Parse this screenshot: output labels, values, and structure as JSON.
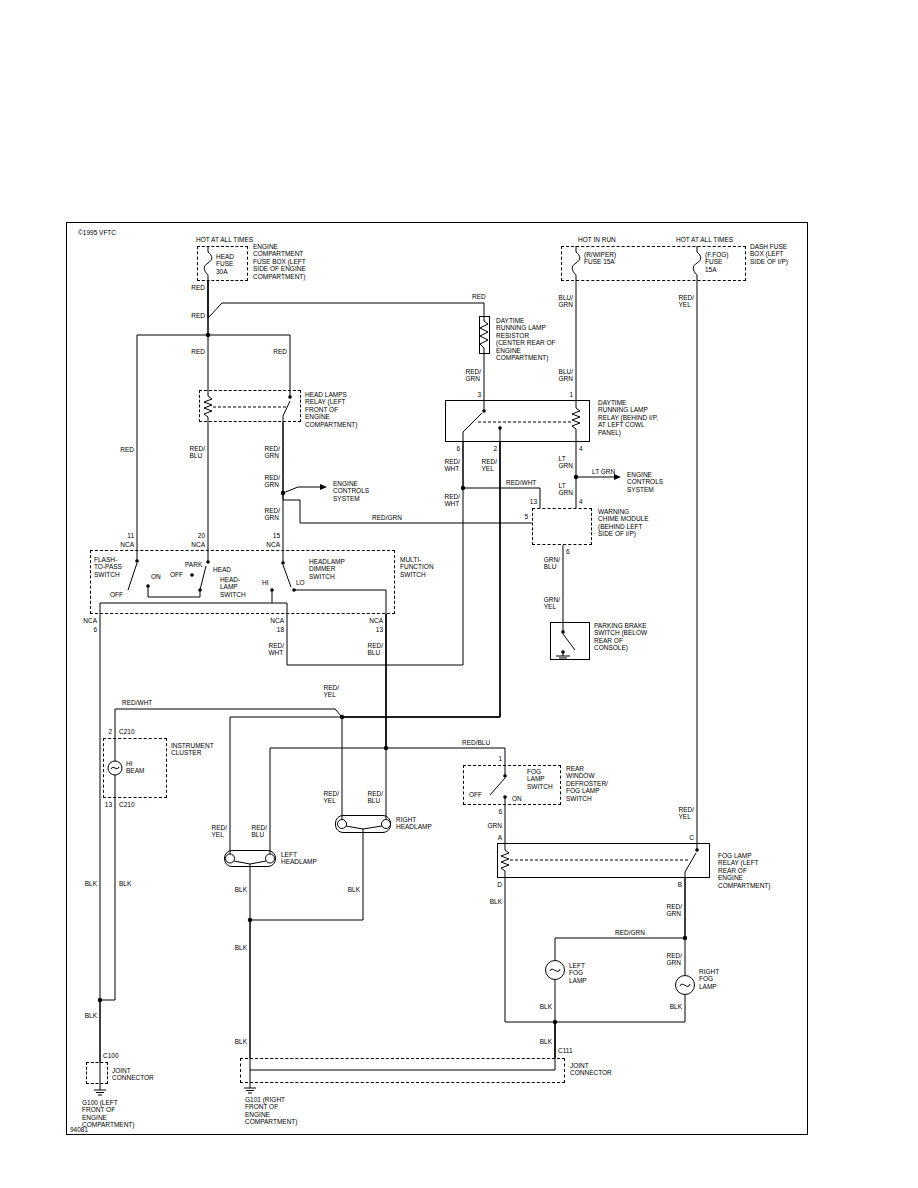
{
  "diagram": {
    "nodes": [
      {
        "text": [
          "HOT AT ALL TIMES",
          "HEAD FUSE 30A",
          "ENGINE COMPARTMENT FUSE BOX (LEFT SIDE OF ENGINE COMPARTMENT)"
        ]
      },
      {
        "text": [
          "HOT IN RUN",
          "HOT AT ALL TIMES",
          "(R/WIPER) FUSE 15A",
          "(F.FOG) FUSE 15A",
          "DASH FUSE BOX (LEFT SIDE OF I/P)"
        ]
      },
      {
        "text": [
          "HEAD LAMPS RELAY (LEFT FRONT OF ENGINE COMPARTMENT)"
        ]
      },
      {
        "text": [
          "DAYTIME RUNNING LAMP RESISTOR (CENTER REAR OF ENGINE COMPARTMENT)"
        ]
      },
      {
        "text": [
          "DAYTIME RUNNING LAMP RELAY (BEHIND I/P, AT LEFT COWL PANEL)"
        ]
      },
      {
        "text": [
          "WARNING CHIME MODULE (BEHIND LEFT SIDE OF I/P)"
        ]
      },
      {
        "text": [
          "FLASH-TO-PASS SWITCH",
          "HEAD-LAMP SWITCH",
          "HEADLAMP DIMMER SWITCH",
          "MULTI-FUNCTION SWITCH"
        ]
      },
      {
        "text": [
          "PARKING BRAKE SWITCH (BELOW REAR OF CONSOLE)"
        ]
      },
      {
        "text": [
          "HI BEAM",
          "INSTRUMENT CLUSTER"
        ]
      },
      {
        "text": [
          "RIGHT HEADLAMP"
        ]
      },
      {
        "text": [
          "LEFT HEADLAMP"
        ]
      },
      {
        "text": [
          "FOG LAMP SWITCH",
          "REAR WINDOW DEFROSTER/ FOG LAMP SWITCH"
        ]
      },
      {
        "text": [
          "FOG LAMP RELAY (LEFT REAR OF ENGINE COMPARTMENT)"
        ]
      },
      {
        "text": [
          "LEFT FOG LAMP"
        ]
      },
      {
        "text": [
          "RIGHT FOG LAMP"
        ]
      },
      {
        "text": [
          "C100",
          "JOINT CONNECTOR"
        ]
      },
      {
        "text": [
          "C111",
          "JOINT CONNECTOR"
        ]
      }
    ],
    "edges": [
      {
        "from": 0,
        "to": 2,
        "arrow": "none"
      },
      {
        "from": 0,
        "to": 3,
        "arrow": "none"
      },
      {
        "from": 0,
        "to": 6,
        "arrow": "none"
      },
      {
        "from": 2,
        "to": 6,
        "arrow": "none"
      },
      {
        "from": 2,
        "to": 6,
        "arrow": "none"
      },
      {
        "from": 2,
        "to": 5,
        "arrow": "none"
      },
      {
        "from": 3,
        "to": 4,
        "arrow": "none"
      },
      {
        "from": 1,
        "to": 4,
        "arrow": "none"
      },
      {
        "from": 1,
        "to": 12,
        "arrow": "none"
      },
      {
        "from": 4,
        "to": 5,
        "arrow": "none"
      },
      {
        "from": 4,
        "to": 6,
        "arrow": "none"
      },
      {
        "from": 4,
        "to": 5,
        "arrow": "none"
      },
      {
        "from": 4,
        "to": 9,
        "arrow": "none"
      },
      {
        "from": 4,
        "to": 10,
        "arrow": "none"
      },
      {
        "from": 4,
        "to": 8,
        "arrow": "none"
      },
      {
        "from": 6,
        "to": 9,
        "arrow": "none"
      },
      {
        "from": 6,
        "to": 10,
        "arrow": "none"
      },
      {
        "from": 6,
        "to": 11,
        "arrow": "none"
      },
      {
        "from": 11,
        "to": 12,
        "arrow": "none"
      },
      {
        "from": 12,
        "to": 16,
        "arrow": "none"
      },
      {
        "from": 12,
        "to": 14,
        "arrow": "none"
      },
      {
        "from": 12,
        "to": 13,
        "arrow": "none"
      },
      {
        "from": 13,
        "to": 16,
        "arrow": "none"
      },
      {
        "from": 14,
        "to": 16,
        "arrow": "none"
      },
      {
        "from": 10,
        "to": 16,
        "arrow": "none"
      },
      {
        "from": 9,
        "to": 16,
        "arrow": "none"
      },
      {
        "from": 6,
        "to": 15,
        "arrow": "none"
      },
      {
        "from": 8,
        "to": 15,
        "arrow": "none"
      },
      {
        "from": 5,
        "to": 7,
        "arrow": "none"
      }
    ],
    "labels": [
      "©1995 VFTC",
      "94081",
      "RED",
      "RED",
      "RED",
      "RED",
      "RED",
      "RED",
      "RED/ BLU",
      "RED/ GRN",
      "RED/ GRN",
      "RED/ GRN",
      "ENGINE CONTROLS SYSTEM",
      "RED/GRN",
      "11",
      "NCA",
      "20",
      "NCA",
      "15",
      "NCA",
      "OFF",
      "ON",
      "PARK",
      "OFF",
      "HEAD",
      "HI",
      "LO",
      "NCA",
      "6",
      "NCA",
      "18",
      "NCA",
      "13",
      "RED/ WHT",
      "RED/ BLU",
      "BLU/ GRN",
      "RED/ YEL",
      "BLU/ GRN",
      "RED/ GRN",
      "3",
      "1",
      "6",
      "2",
      "4",
      "RED/ WHT",
      "RED/ YEL",
      "LT GRN",
      "LT GRN",
      "ENGINE CONTROLS SYSTEM",
      "LT GRN",
      "RED/ WHT",
      "RED/WHT",
      "13",
      "4",
      "5",
      "6",
      "GRN/ BLU",
      "GRN/ YEL",
      "RED/ YEL",
      "RED/WHT",
      "2",
      "C210",
      "13",
      "C210",
      "RED/BLU",
      "1",
      "OFF",
      "ON",
      "RED/ YEL",
      "RED/ BLU",
      "RED/ YEL",
      "RED/ BLU",
      "6",
      "GRN",
      "A",
      "C",
      "RED/ YEL",
      "D",
      "B",
      "BLK",
      "RED/ GRN",
      "RED/GRN",
      "RED/ GRN",
      "BLK",
      "BLK",
      "BLK",
      "BLK",
      "BLK",
      "BLK",
      "BLK",
      "BLK",
      "BLK",
      "BLK",
      "G100 (LEFT FRONT OF ENGINE COMPARTMENT)",
      "G101 (RIGHT FRONT OF ENGINE COMPARTMENT)"
    ]
  }
}
